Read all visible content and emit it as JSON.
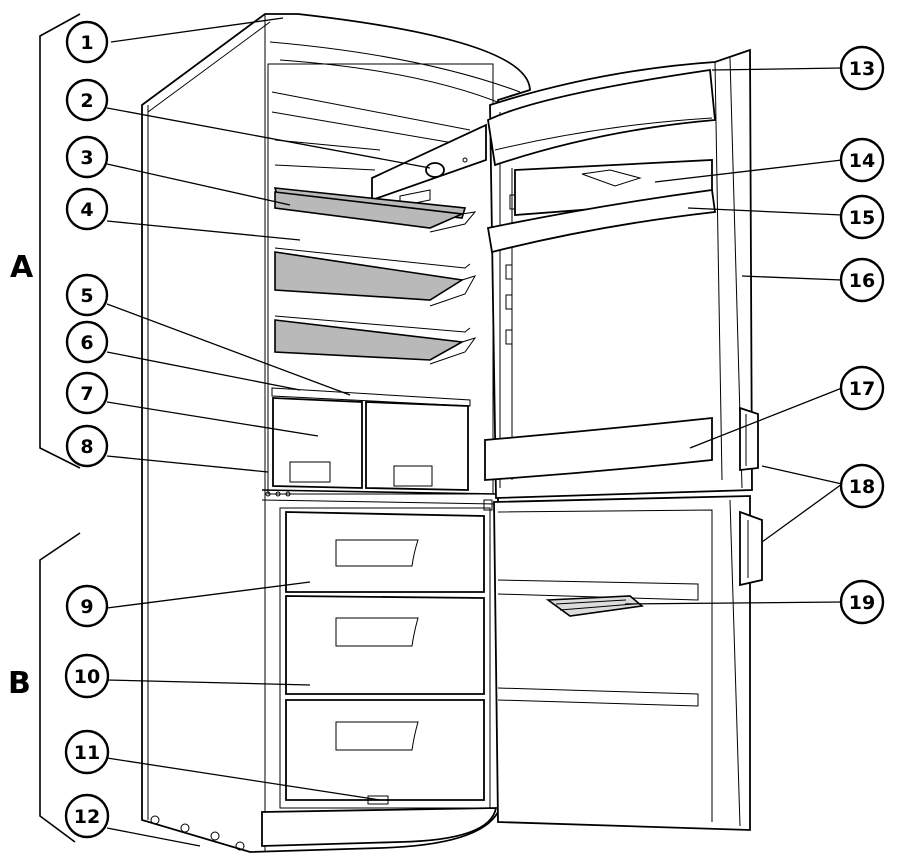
{
  "sections": [
    {
      "id": "A",
      "label": "A"
    },
    {
      "id": "B",
      "label": "B"
    }
  ],
  "callouts": [
    {
      "n": "1"
    },
    {
      "n": "2"
    },
    {
      "n": "3"
    },
    {
      "n": "4"
    },
    {
      "n": "5"
    },
    {
      "n": "6"
    },
    {
      "n": "7"
    },
    {
      "n": "8"
    },
    {
      "n": "9"
    },
    {
      "n": "10"
    },
    {
      "n": "11"
    },
    {
      "n": "12"
    },
    {
      "n": "13"
    },
    {
      "n": "14"
    },
    {
      "n": "15"
    },
    {
      "n": "16"
    },
    {
      "n": "17"
    },
    {
      "n": "18"
    },
    {
      "n": "19"
    }
  ],
  "colors": {
    "line": "#000000",
    "glass_shelf": "#b9b9b9",
    "background": "#ffffff"
  }
}
